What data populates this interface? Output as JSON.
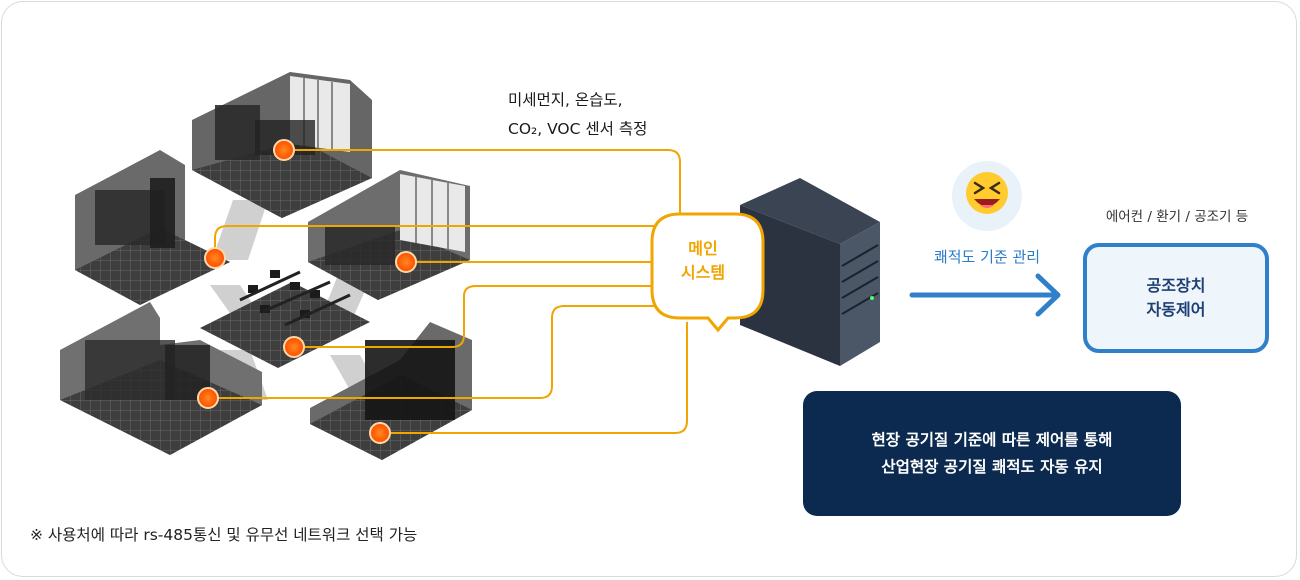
{
  "sensor_label": {
    "line1": "미세먼지, 온습도,",
    "line2": "CO₂, VOC 센서 측정"
  },
  "main_system": {
    "line1": "메인",
    "line2": "시스템"
  },
  "management_label": "쾌적도 기준 관리",
  "device_caption": "에어컨 / 환기 / 공조기 등",
  "control_box": {
    "line1": "공조장치",
    "line2": "자동제어"
  },
  "info_box": {
    "line1": "현장 공기질 기준에 따른 제어를 통해",
    "line2": "산업현장 공기질 쾌적도 자동 유지"
  },
  "footnote": "※ 사용처에 따라 rs-485통신 및 유무선 네트워크 선택 가능",
  "colors": {
    "line": "#f0a500",
    "sensor_dot": "#ff5a00",
    "arrow": "#2f80c9",
    "info_bg": "#0c2a4f"
  },
  "icons": {
    "emoji": "laughing-face-icon",
    "server": "server-tower-icon"
  }
}
